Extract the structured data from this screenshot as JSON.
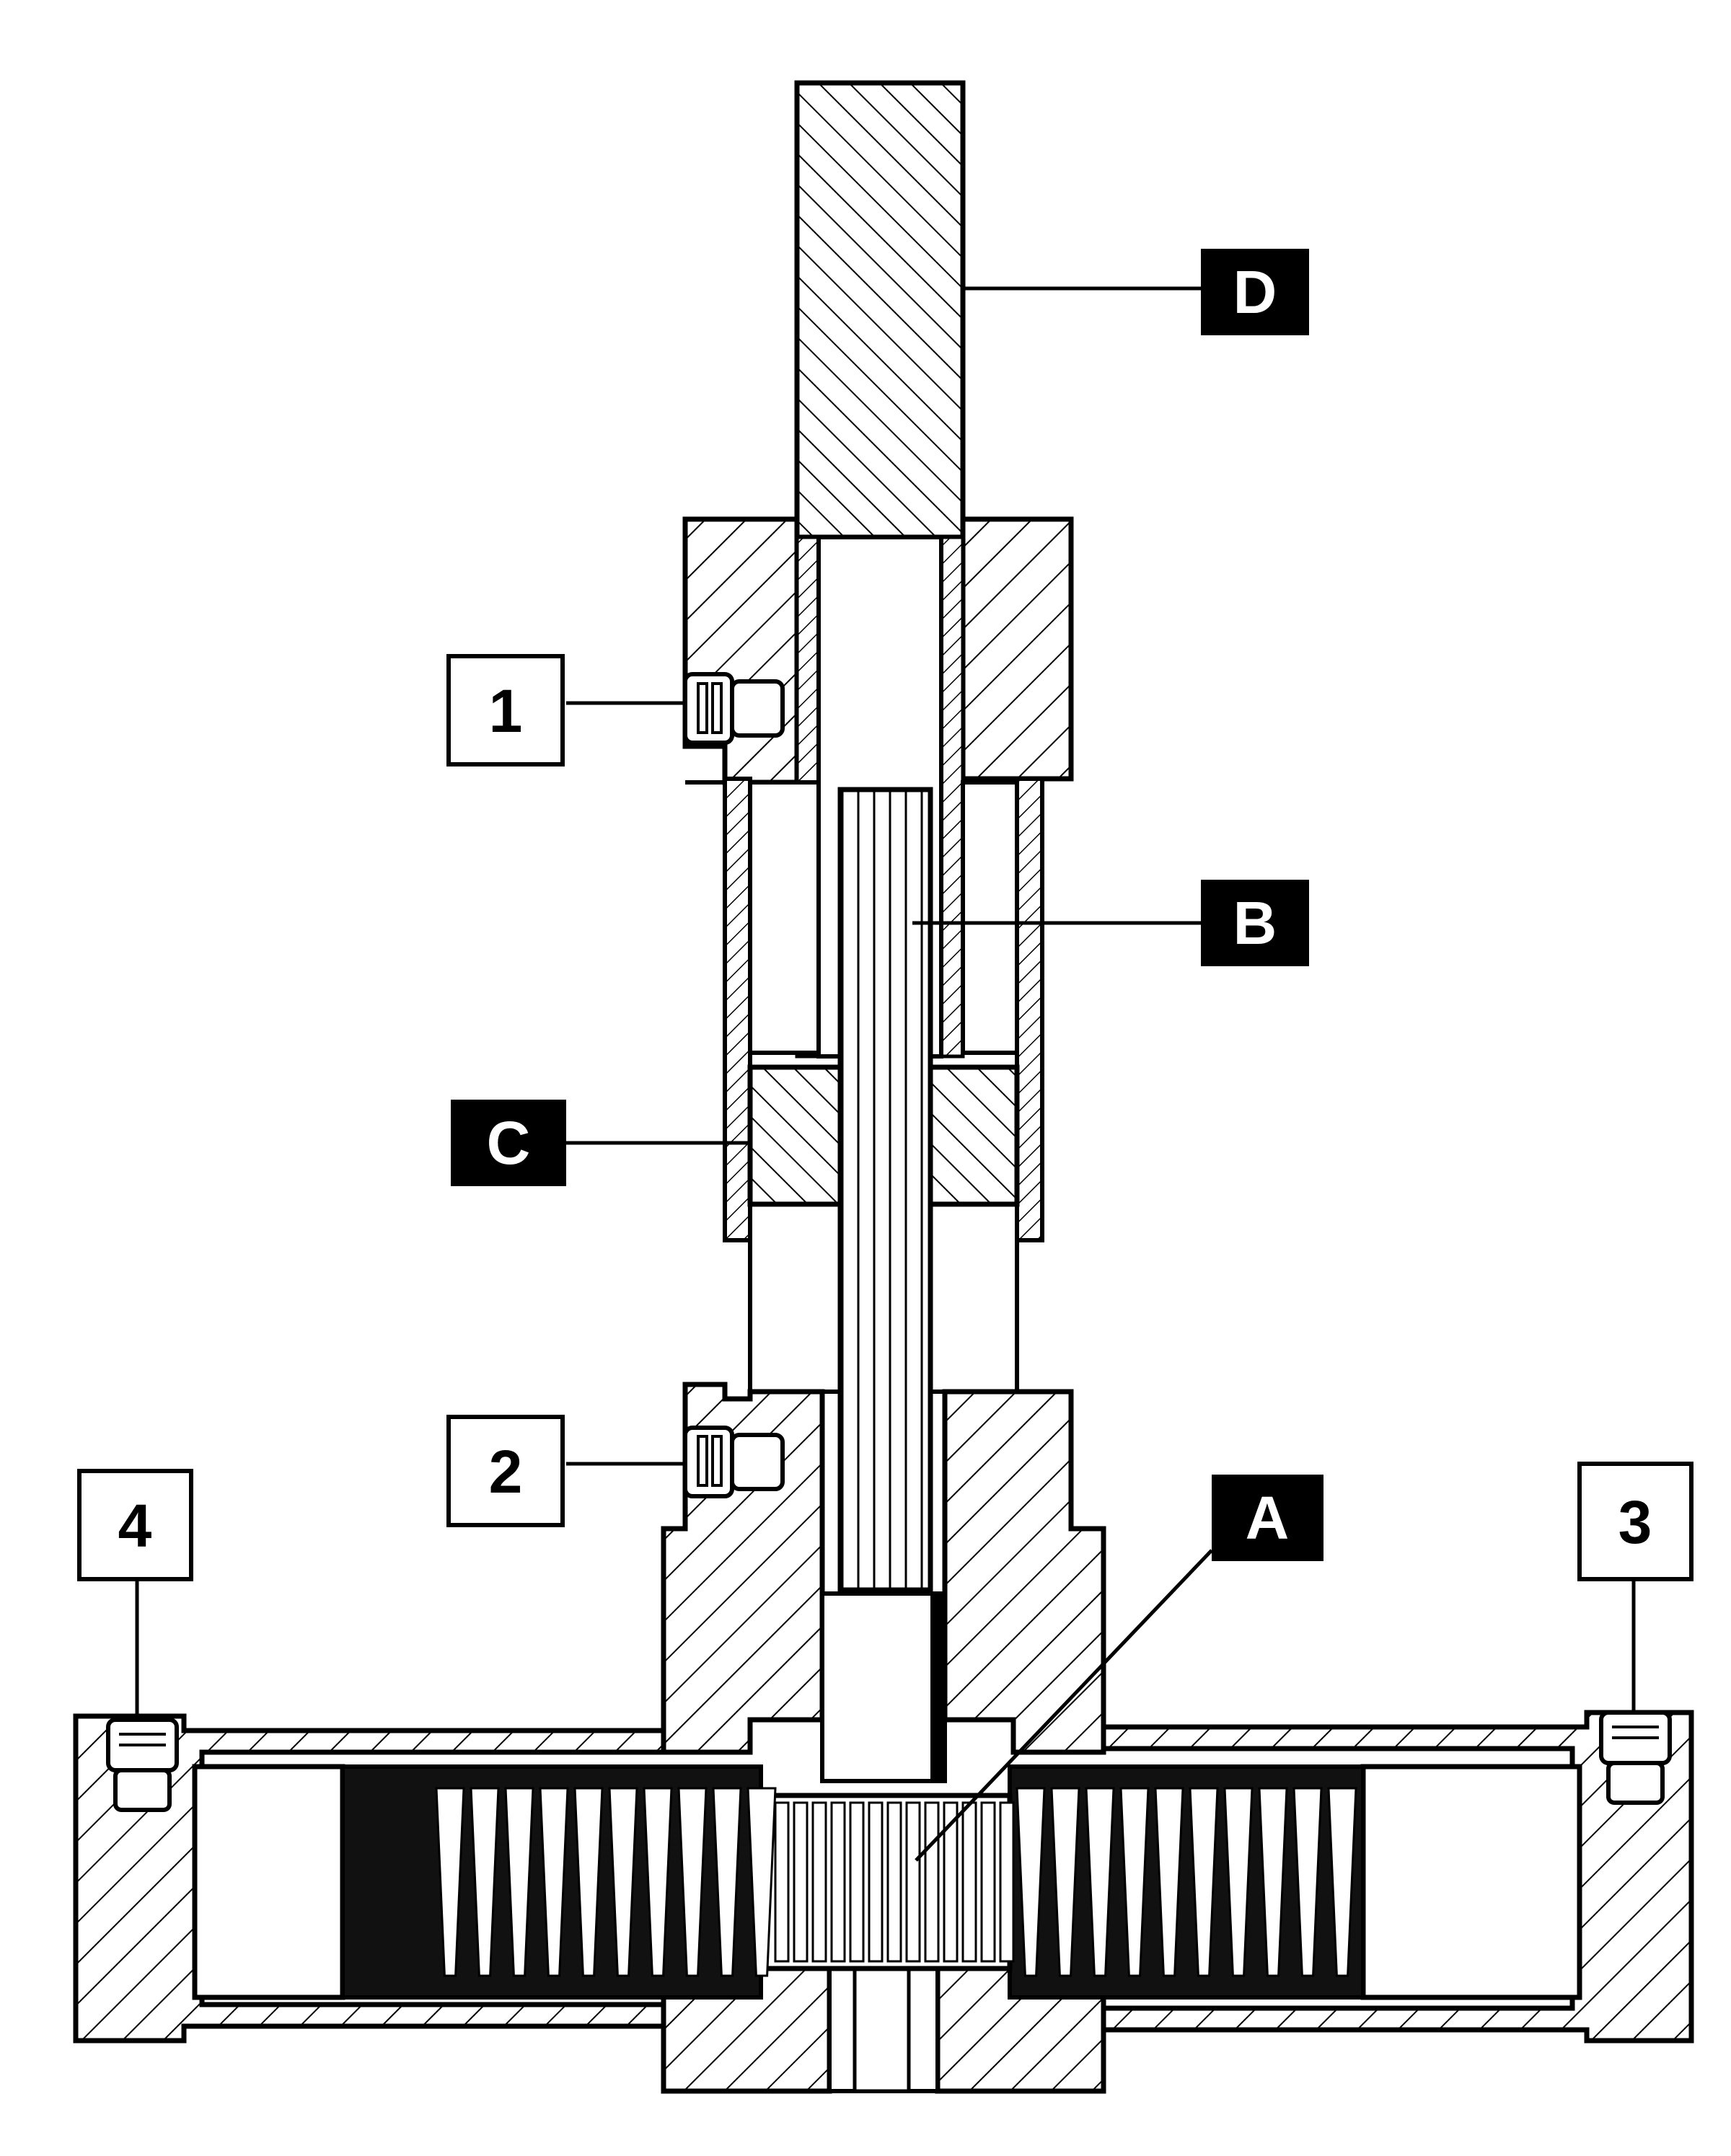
{
  "diagram": {
    "labels": {
      "D": "D",
      "B": "B",
      "C": "C",
      "A": "A",
      "p1": "1",
      "p2": "2",
      "p3": "3",
      "p4": "4"
    }
  },
  "colors": {
    "ink": "#000000",
    "paper": "#ffffff"
  }
}
